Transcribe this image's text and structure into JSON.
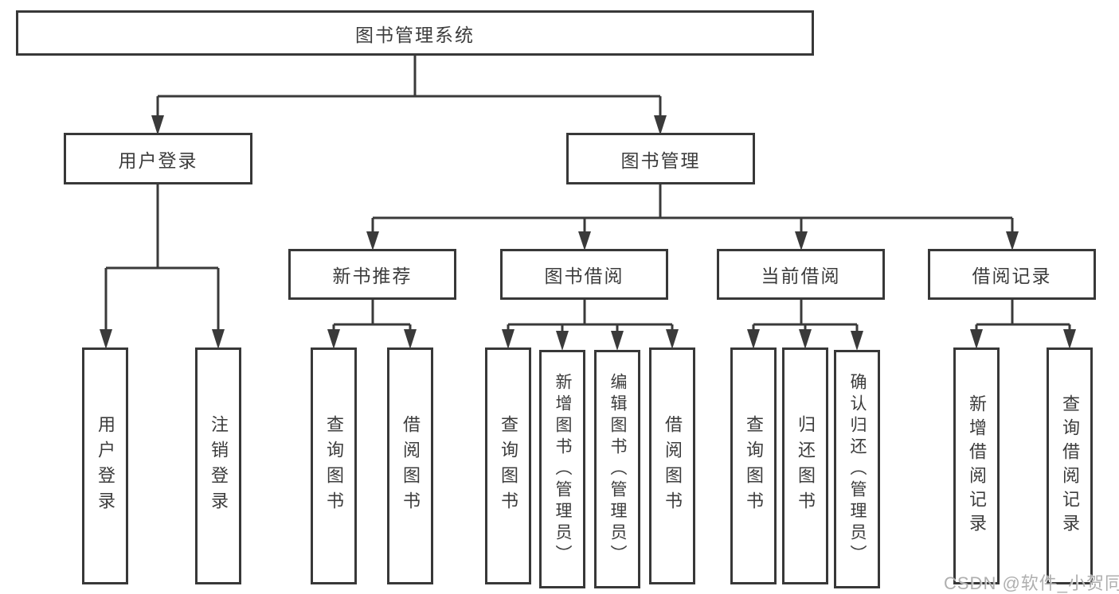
{
  "watermark": "CSDN @软件_小贺同学",
  "colors": {
    "line": "#3a3a3a",
    "box_border": "#383838",
    "text": "#3c3c3c",
    "watermark": "#a8a8a8",
    "background": "#ffffff"
  },
  "tree": {
    "label": "图书管理系统",
    "children": [
      {
        "label": "用户登录",
        "children": [
          {
            "label": "用户登录"
          },
          {
            "label": "注销登录"
          }
        ]
      },
      {
        "label": "图书管理",
        "children": [
          {
            "label": "新书推荐",
            "children": [
              {
                "label": "查询图书"
              },
              {
                "label": "借阅图书"
              }
            ]
          },
          {
            "label": "图书借阅",
            "children": [
              {
                "label": "查询图书"
              },
              {
                "label": "新增图书（管理员）"
              },
              {
                "label": "编辑图书（管理员）"
              },
              {
                "label": "借阅图书"
              }
            ]
          },
          {
            "label": "当前借阅",
            "children": [
              {
                "label": "查询图书"
              },
              {
                "label": "归还图书"
              },
              {
                "label": "确认归还（管理员）"
              }
            ]
          },
          {
            "label": "借阅记录",
            "children": [
              {
                "label": "新增借阅记录"
              },
              {
                "label": "查询借阅记录"
              }
            ]
          }
        ]
      }
    ]
  }
}
